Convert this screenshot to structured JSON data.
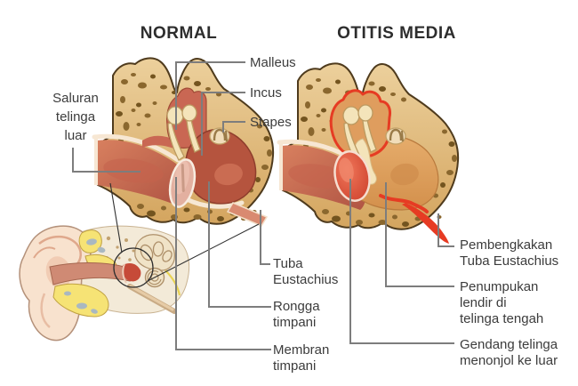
{
  "titles": {
    "normal": "NORMAL",
    "otitis": "OTITIS MEDIA"
  },
  "labels": {
    "saluran_telinga_luar": "Saluran\ntelinga\nluar",
    "malleus": "Malleus",
    "incus": "Incus",
    "stapes": "Stapes",
    "tuba_eustachius": "Tuba\nEustachius",
    "rongga_timpani": "Rongga\ntimpani",
    "membran_timpani": "Membran\ntimpani",
    "pembengkakan_tuba_eustachius": "Pembengkakan\nTuba Eustachius",
    "penumpukan_lendir": "Penumpukan\nlendir di\ntelinga tengah",
    "gendang_telinga": "Gendang telinga\nmenonjol ke luar"
  },
  "colors": {
    "bone": "#dcb173",
    "bone_spot": "#8a672e",
    "tissue_red": "#bf5a44",
    "mucus_orange": "#e0995c",
    "inflammation_red": "#e63b23",
    "ossicle_cream": "#f4e4ba",
    "connector_line": "#7d7d7d",
    "text": "#3c3c3c",
    "title_text": "#2d2d2d",
    "background": "#ffffff"
  }
}
